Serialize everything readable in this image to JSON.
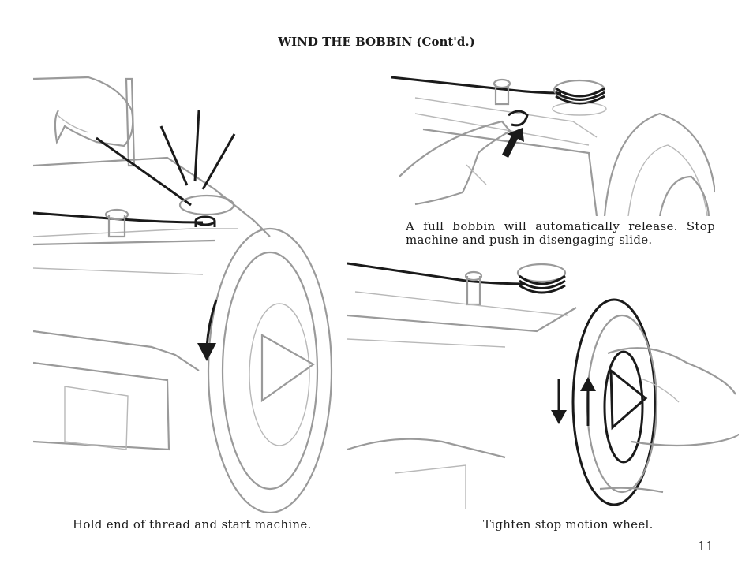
{
  "page": {
    "title": "WIND THE BOBBIN (Cont'd.)",
    "page_number": "11"
  },
  "steps": [
    {
      "caption": "Hold end of thread and start machine."
    },
    {
      "caption": "A full bobbin will automatically release. Stop machine and push in disengaging slide."
    },
    {
      "caption": "Tighten stop motion wheel."
    }
  ]
}
